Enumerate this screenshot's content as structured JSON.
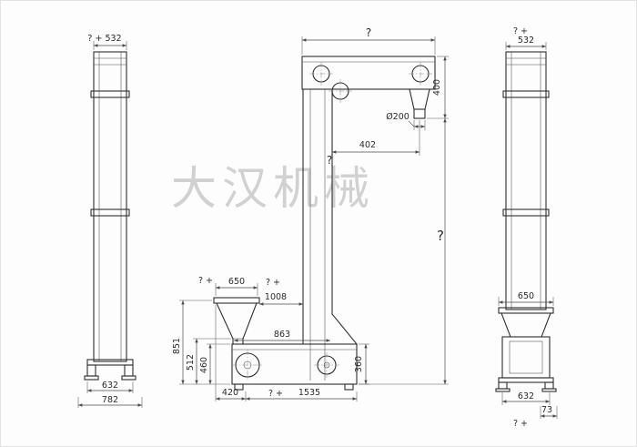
{
  "drawing": {
    "watermark": "大汉机械",
    "colors": {
      "line": "#2e2e2e",
      "dimension": "#4a4a4a",
      "watermark": "#a6a6a6"
    },
    "left_view": {
      "top_width": "? + 532",
      "base_width": "632",
      "base_total": "782"
    },
    "front_view": {
      "top_span": "?",
      "head_height": "400",
      "outlet_diameter": "Ø200",
      "outlet_offset": "402",
      "outlet_note": "?",
      "overall_height": "?",
      "inlet_note_left": "? +",
      "inlet_width": "650",
      "inlet_note_right": "? +",
      "inlet_span": "1008",
      "boot_top_span": "863",
      "height_to_inlet_top": "851",
      "height_to_inlet_bottom": "512",
      "height_to_boot_top": "460",
      "base_front": "420",
      "base_note": "? +",
      "base_length": "1535",
      "boot_height": "360"
    },
    "right_view": {
      "top_note": "? +",
      "top_width": "532",
      "boot_width": "650",
      "base_width": "632",
      "base_offset": "73",
      "base_note": "? +"
    }
  }
}
